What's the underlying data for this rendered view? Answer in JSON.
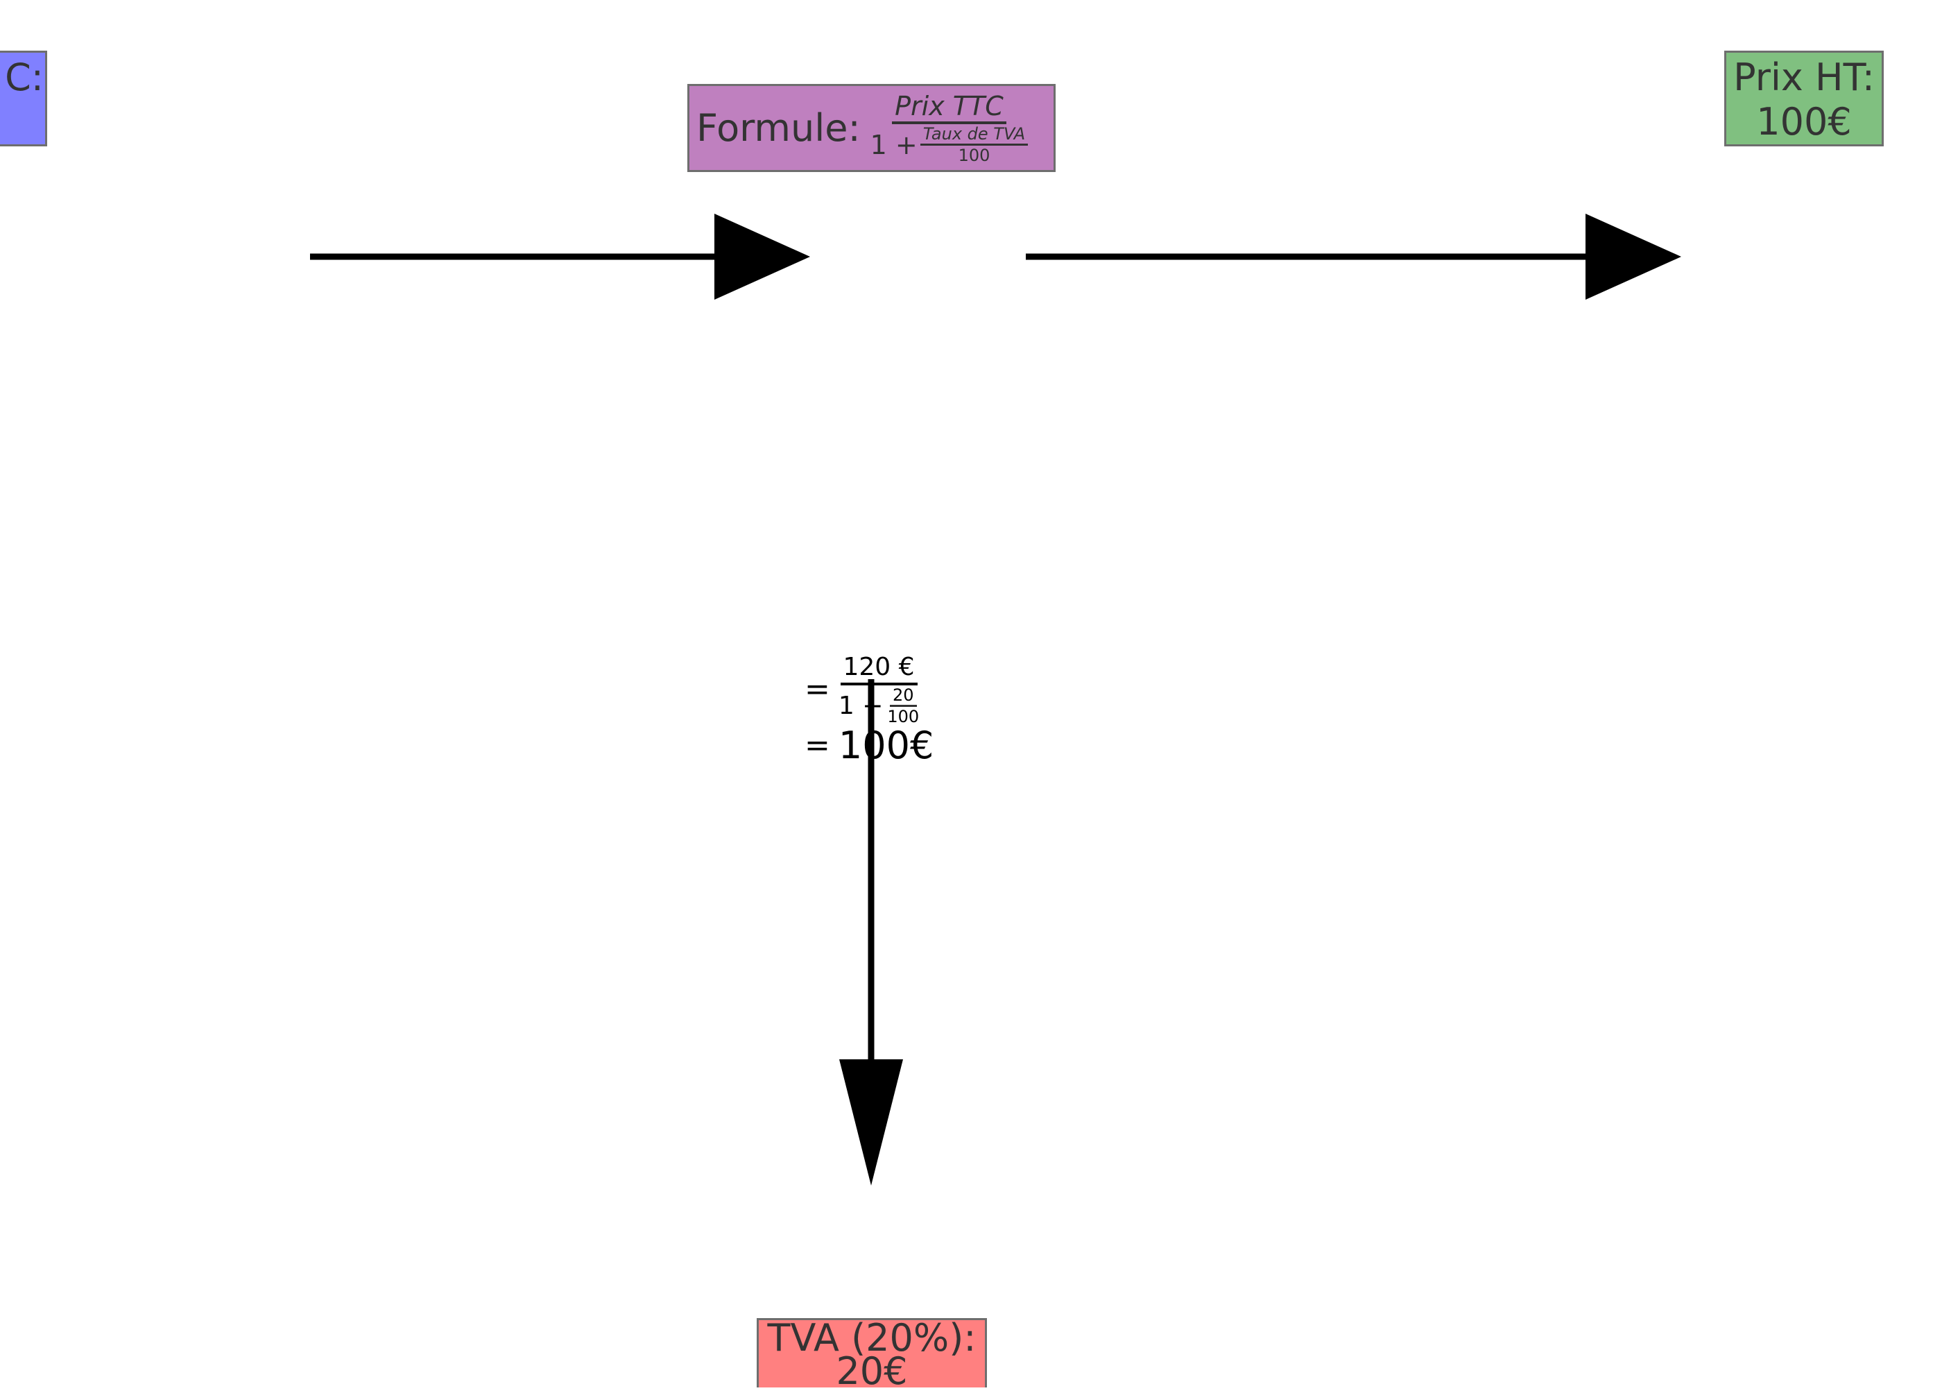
{
  "nodes": {
    "ttc": {
      "label": "C:",
      "color": "#8080ff"
    },
    "formula": {
      "label": "Formule:",
      "numerator": "Prix TTC",
      "denominator_prefix": "1 +",
      "inner_numerator": "Taux de TVA",
      "inner_denominator": "100",
      "color": "#bf80bf"
    },
    "ht": {
      "line1": "Prix HT:",
      "line2": "100€",
      "color": "#80c080"
    },
    "tva": {
      "line1": "TVA (20%):",
      "line2": "20€",
      "color": "#ff8080"
    }
  },
  "calculation": {
    "eq1": "=",
    "numerator": "120 €",
    "denominator_prefix": "1 +",
    "inner_numerator": "20",
    "inner_denominator": "100",
    "eq2": "=",
    "result": "100€"
  }
}
